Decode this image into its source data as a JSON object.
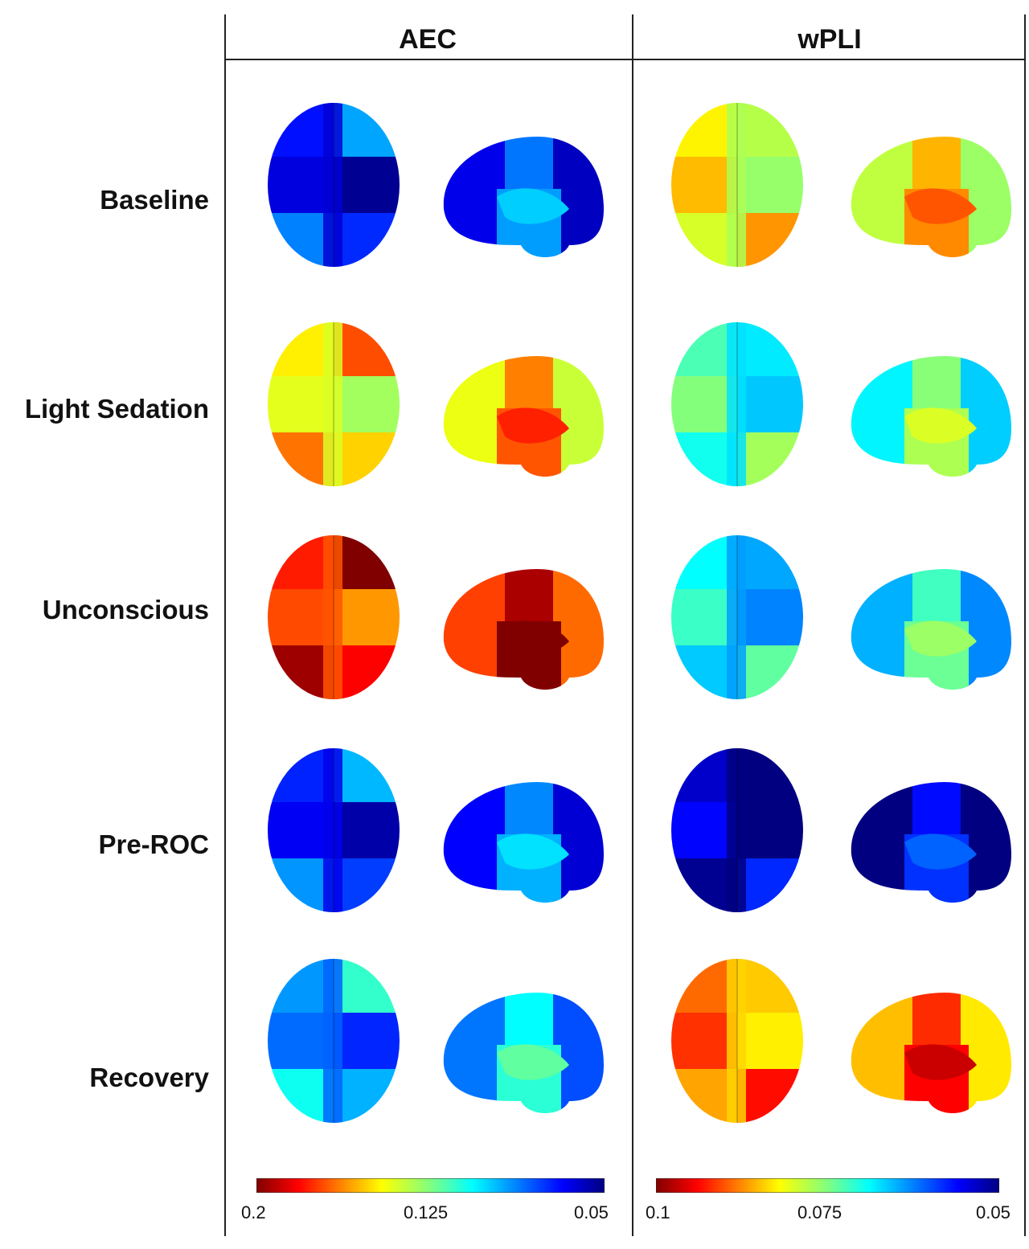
{
  "columns": [
    {
      "label": "AEC",
      "colorbar": {
        "ticks": [
          "0.2",
          "0.125",
          "0.05"
        ]
      }
    },
    {
      "label": "wPLI",
      "colorbar": {
        "ticks": [
          "0.1",
          "0.075",
          "0.05"
        ]
      }
    }
  ],
  "rows": [
    {
      "label": "Baseline",
      "aec": {
        "level": 0.82
      },
      "wpli": {
        "level": 0.35
      }
    },
    {
      "label": "Light Sedation",
      "aec": {
        "level": 0.3
      },
      "wpli": {
        "level": 0.55
      }
    },
    {
      "label": "Unconscious",
      "aec": {
        "level": 0.1
      },
      "wpli": {
        "level": 0.62
      }
    },
    {
      "label": "Pre-ROC",
      "aec": {
        "level": 0.8
      },
      "wpli": {
        "level": 0.93
      }
    },
    {
      "label": "Recovery",
      "aec": {
        "level": 0.68
      },
      "wpli": {
        "level": 0.22
      }
    }
  ],
  "colormap": "jet (reversed: red = high, blue = low)"
}
